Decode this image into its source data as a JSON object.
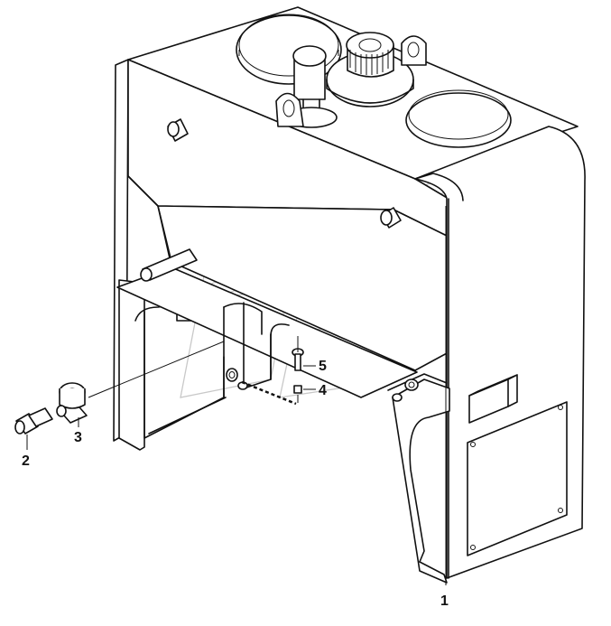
{
  "figure": {
    "type": "exploded-parts-diagram",
    "callouts": [
      {
        "id": "1",
        "label": "1"
      },
      {
        "id": "2",
        "label": "2"
      },
      {
        "id": "3",
        "label": "3"
      },
      {
        "id": "4",
        "label": "4"
      },
      {
        "id": "5",
        "label": "5"
      }
    ],
    "line_color": "#111111",
    "watermark_color": "#c8c8c8"
  }
}
